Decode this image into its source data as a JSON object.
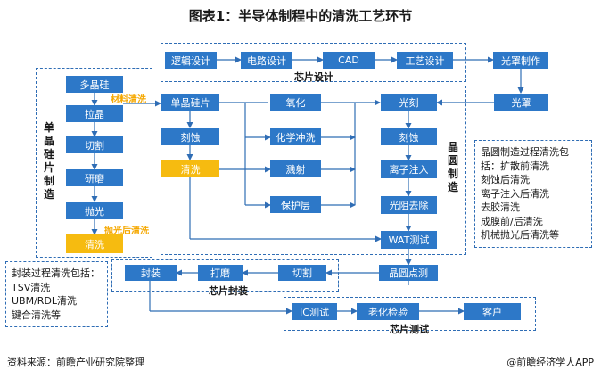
{
  "title": "图表1：半导体制程中的清洗工艺环节",
  "regions": {
    "wafer_making": "单晶硅片制造",
    "chip_design": "芯片设计",
    "wafer_fab": "晶圆制造",
    "chip_packaging": "芯片封装",
    "chip_testing": "芯片测试"
  },
  "boxes": {
    "polysilicon": "多晶硅",
    "crystal_pulling": "拉晶",
    "cutting": "切割",
    "grinding": "研磨",
    "polishing": "抛光",
    "cleaning_silicon": "清洗",
    "logic_design": "逻辑设计",
    "circuit_design": "电路设计",
    "cad": "CAD",
    "process_design": "工艺设计",
    "mask_making": "光罩制作",
    "mask": "光罩",
    "single_wafer": "单晶硅片",
    "etch_left": "刻蚀",
    "cleaning_fab": "清洗",
    "oxidation": "氧化",
    "cmp": "化学冲洗",
    "sputtering": "溅射",
    "protective_layer": "保护层",
    "lithography": "光刻",
    "etch_right": "刻蚀",
    "ion_implant": "离子注入",
    "resist_removal": "光阻去除",
    "wat_test": "WAT测试",
    "wafer_probe": "晶圆点测",
    "dicing": "切割",
    "grinding_pkg": "打磨",
    "packaging": "封装",
    "ic_test": "IC测试",
    "burn_in": "老化检验",
    "customer": "客户"
  },
  "annotations": {
    "material_cleaning": "材料清洗",
    "post_polish_cleaning": "抛光后清洗"
  },
  "notes": {
    "wafer_fab_note": [
      "晶圆制造过程清洗包",
      "括：扩散前清洗",
      "刻蚀后清洗",
      "离子注入后清洗",
      "去胶清洗",
      "成膜前/后清洗",
      "机械抛光后清洗等"
    ],
    "packaging_note": [
      "封装过程清洗包括：",
      "TSV清洗",
      "UBM/RDL清洗",
      "键合清洗等"
    ]
  },
  "footer": {
    "source": "资料来源：前瞻产业研究院整理",
    "brand": "@前瞻经济学人APP"
  },
  "colors": {
    "box": "#2d78c8",
    "highlight": "#f6bb10",
    "annotation": "#f5a800",
    "line": "#2f6db5"
  }
}
